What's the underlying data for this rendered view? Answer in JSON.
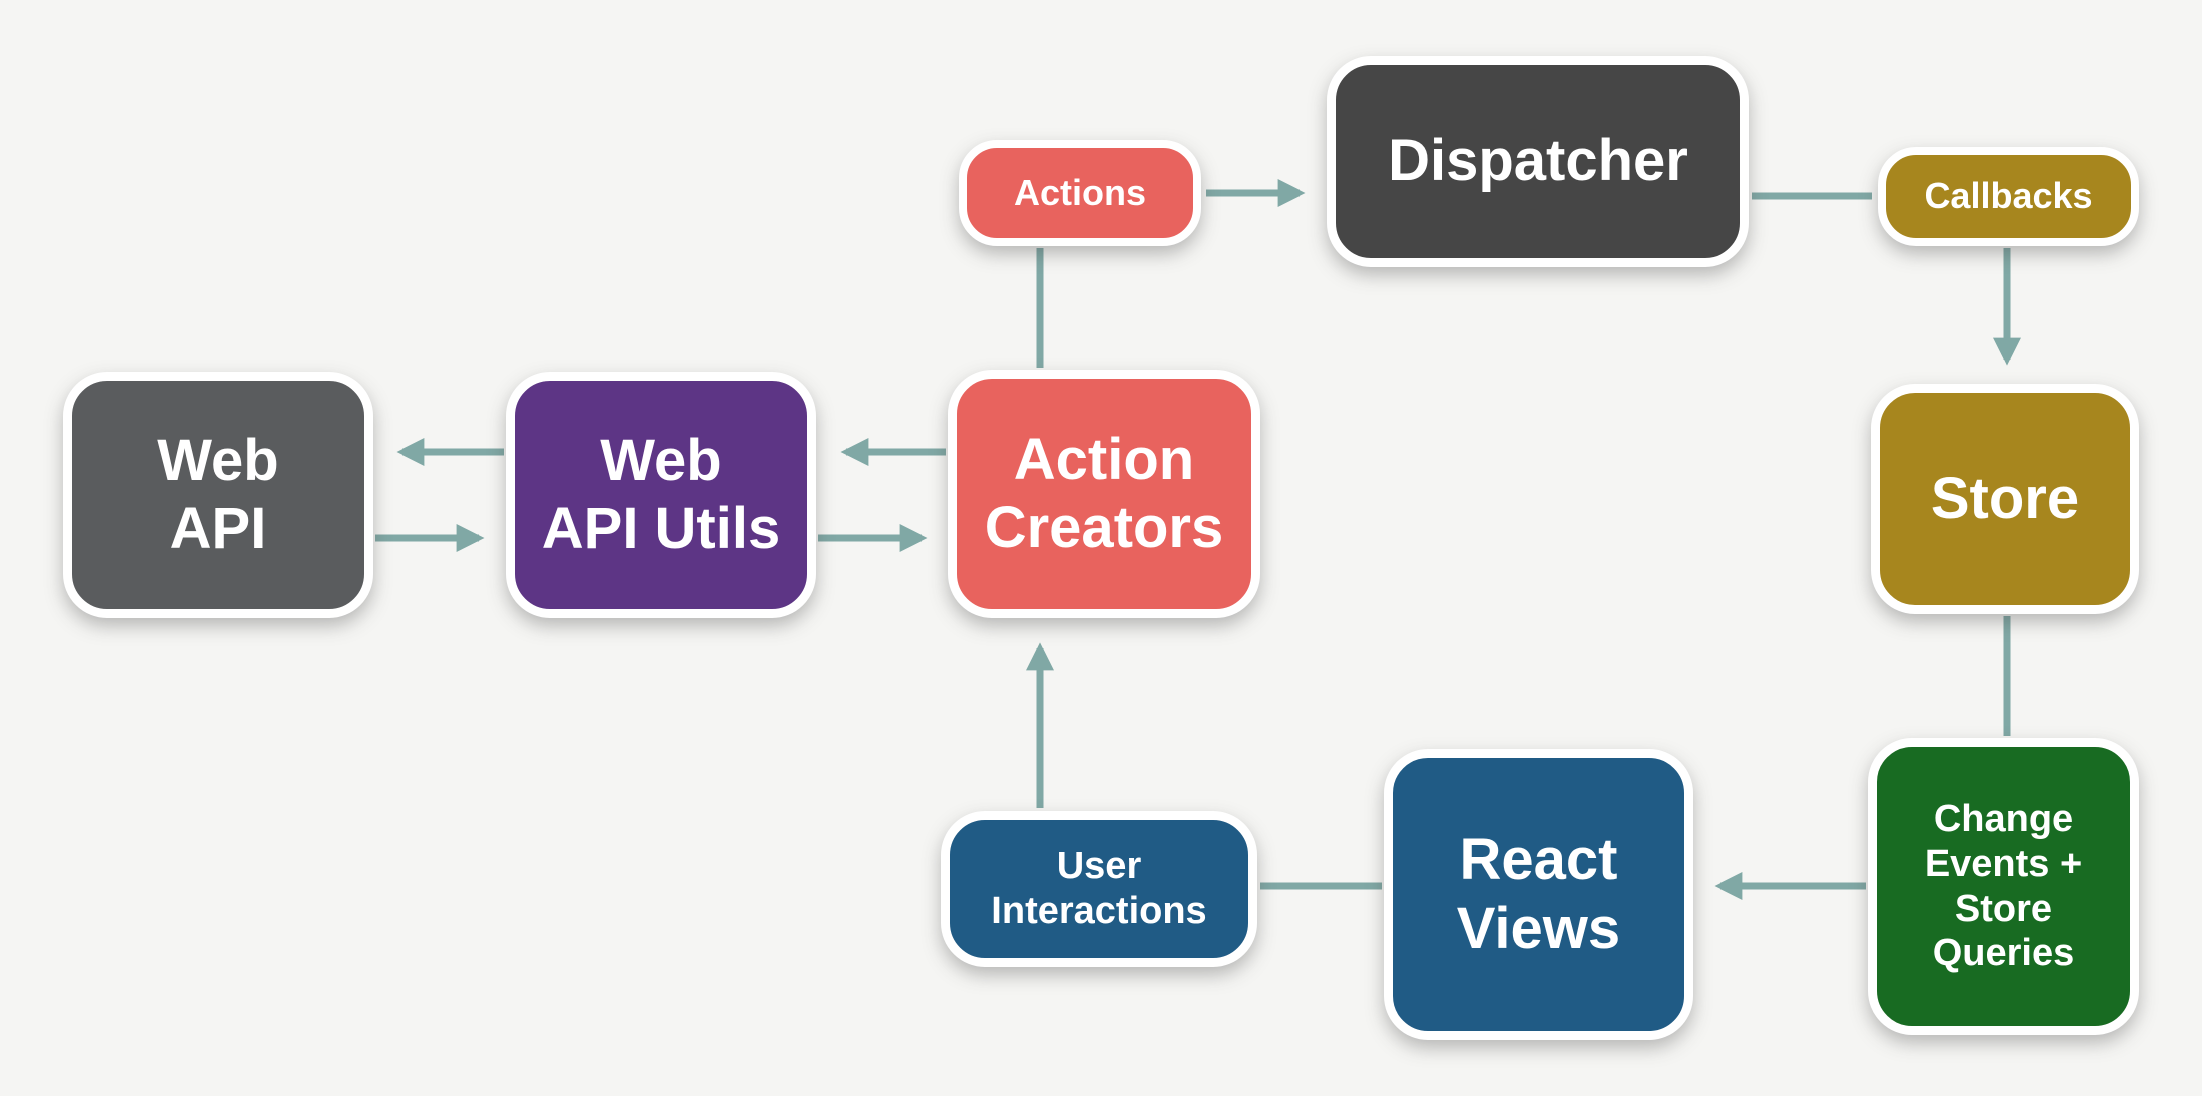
{
  "diagram": {
    "type": "flux-architecture-flow",
    "background_color": "#f5f5f3",
    "arrow_color": "#80a8a5"
  },
  "colors": {
    "salmon": "#e8635e",
    "charcoal": "#464646",
    "gold": "#a7861e",
    "green": "#186b22",
    "blue": "#205b85",
    "purple": "#5d3585",
    "gray": "#5a5c5e"
  },
  "nodes": {
    "web_api": {
      "label": "Web\nAPI",
      "color": "#5a5c5e"
    },
    "web_api_utils": {
      "label": "Web\nAPI Utils",
      "color": "#5d3585"
    },
    "action_creators": {
      "label": "Action\nCreators",
      "color": "#e8635e"
    },
    "actions": {
      "label": "Actions",
      "color": "#e8635e"
    },
    "dispatcher": {
      "label": "Dispatcher",
      "color": "#464646"
    },
    "callbacks": {
      "label": "Callbacks",
      "color": "#a7861e"
    },
    "store": {
      "label": "Store",
      "color": "#a7861e"
    },
    "change_events": {
      "label": "Change\nEvents +\nStore\nQueries",
      "color": "#186b22"
    },
    "react_views": {
      "label": "React\nViews",
      "color": "#205b85"
    },
    "user_interactions": {
      "label": "User\nInteractions",
      "color": "#205b85"
    }
  },
  "edges": [
    {
      "from": "Actions",
      "to": "Dispatcher",
      "arrowhead": true
    },
    {
      "from": "Dispatcher",
      "to": "Callbacks",
      "arrowhead": false
    },
    {
      "from": "Callbacks",
      "to": "Store",
      "arrowhead": true
    },
    {
      "from": "Store",
      "to": "Change Events + Store Queries",
      "arrowhead": false
    },
    {
      "from": "Change Events + Store Queries",
      "to": "React Views",
      "arrowhead": true
    },
    {
      "from": "React Views",
      "to": "User Interactions",
      "arrowhead": false
    },
    {
      "from": "User Interactions",
      "to": "Action Creators",
      "arrowhead": true
    },
    {
      "from": "Action Creators",
      "to": "Actions",
      "arrowhead": false
    },
    {
      "from": "Action Creators",
      "to": "Web API Utils",
      "arrowhead": true
    },
    {
      "from": "Web API Utils",
      "to": "Action Creators",
      "arrowhead": true
    },
    {
      "from": "Web API Utils",
      "to": "Web API",
      "arrowhead": true
    },
    {
      "from": "Web API",
      "to": "Web API Utils",
      "arrowhead": true
    }
  ]
}
